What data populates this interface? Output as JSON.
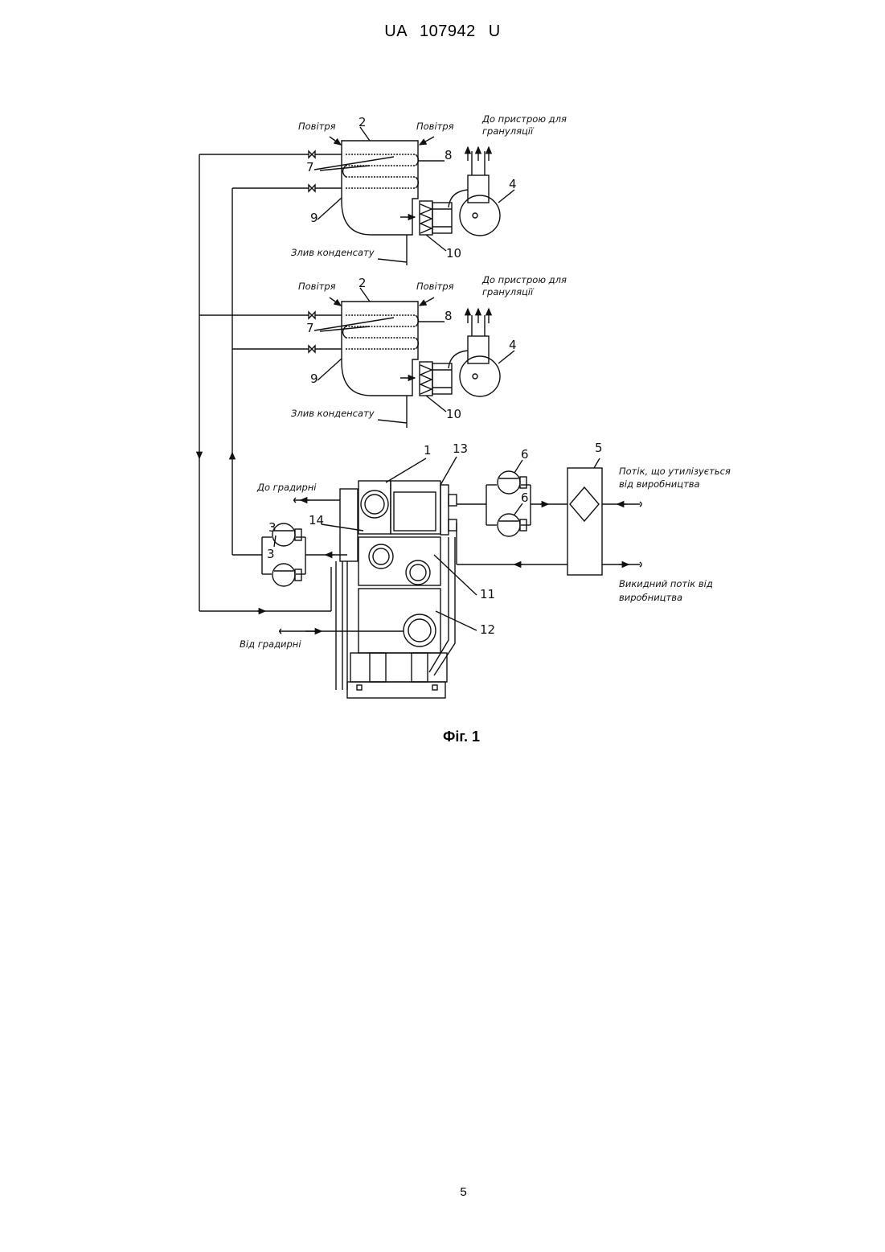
{
  "header": {
    "doc_number": "UA   107942   U"
  },
  "figure": {
    "caption": "Фіг. 1",
    "labels": {
      "air_left": "Повітря",
      "air_right": "Повітря",
      "to_granulator_line1": "До пристрою для",
      "to_granulator_line2": "грануляції",
      "condensate_drain": "Злив конденсату",
      "to_cooling_tower": "До градирні",
      "from_cooling_tower": "Від градирні",
      "utilized_stream_line1": "Потік, що утилізується",
      "utilized_stream_line2": "від виробництва",
      "waste_stream_line1": "Викидний потік від",
      "waste_stream_line2": "виробництва"
    },
    "numbers": {
      "n1": "1",
      "n2": "2",
      "n3": "3",
      "n4": "4",
      "n5": "5",
      "n6": "6",
      "n7": "7",
      "n8": "8",
      "n9": "9",
      "n10": "10",
      "n11": "11",
      "n12": "12",
      "n13": "13",
      "n14": "14"
    }
  },
  "footer": {
    "page_number": "5"
  }
}
